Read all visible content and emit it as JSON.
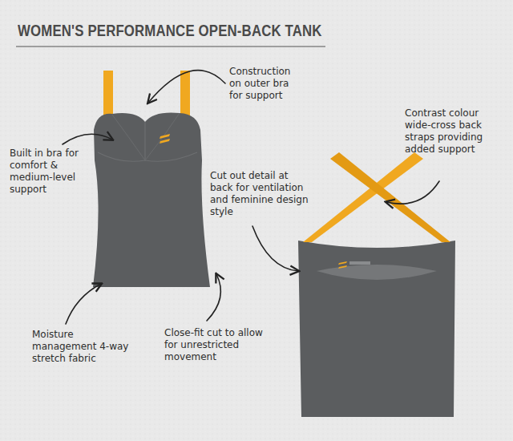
{
  "diagram": {
    "title": "WOMEN'S PERFORMANCE OPEN-BACK TANK",
    "labels": [
      "Construction on outer bra for support",
      "Built in bra for comfort & medium-level support",
      "Cut out detail at back for ventilation and feminine design style",
      "Contrast colour wide-cross back straps providing added support",
      "Moisture management 4-way stretch fabric",
      "Close-fit cut to allow for unrestricted movement"
    ]
  }
}
